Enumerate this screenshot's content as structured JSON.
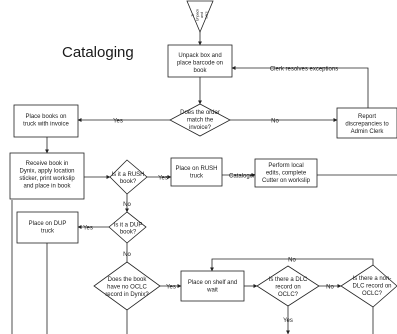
{
  "diagram": {
    "title": "Cataloging",
    "nodes": {
      "start_shape": {
        "lines": [
          "Tr",
          "Unpack",
          "and",
          "bars"
        ]
      },
      "unpack": {
        "lines": [
          "Unpack box and",
          "place barcode on",
          "book"
        ]
      },
      "match": {
        "lines": [
          "Does the order",
          "match the",
          "invoice?"
        ]
      },
      "report": {
        "lines": [
          "Report",
          "discrepancies to",
          "Admin Clerk"
        ]
      },
      "place_truck_invoice": {
        "lines": [
          "Place books on",
          "truck with invoice"
        ]
      },
      "receive": {
        "lines": [
          "Receive book in",
          "Dynix, apply location",
          "sticker, print workslip",
          "and place in book"
        ]
      },
      "rush": {
        "lines": [
          "Is it a RUSH",
          "book?"
        ]
      },
      "rush_truck": {
        "lines": [
          "Place on RUSH",
          "truck"
        ]
      },
      "local_edits": {
        "lines": [
          "Perform local",
          "edits, complete",
          "Cutter on workslip"
        ]
      },
      "dup": {
        "lines": [
          "Is it a DUP",
          "book?"
        ]
      },
      "dup_truck": {
        "lines": [
          "Place on DUP",
          "truck"
        ]
      },
      "no_oclc": {
        "lines": [
          "Does the book",
          "have no OCLC",
          "record in Dynix?"
        ]
      },
      "shelf": {
        "lines": [
          "Place on shelf and",
          "wait"
        ]
      },
      "dlc": {
        "lines": [
          "Is there a DLC",
          "record on",
          "OCLC?"
        ]
      },
      "non_dlc": {
        "lines": [
          "Is there a non-",
          "DLC record on",
          "OCLC?"
        ]
      }
    },
    "edge_labels": {
      "clerk_resolves": "Clerk resolves exceptions",
      "match_yes": "Yes",
      "match_no": "No",
      "rush_yes": "Yes",
      "rush_no": "No",
      "cataloger": "Cataloger",
      "dup_yes": "Yes",
      "dup_no": "No",
      "no_oclc_yes": "Yes",
      "dlc_no": "No",
      "non_dlc_no": "No",
      "dlc_yes": "Yes"
    }
  }
}
